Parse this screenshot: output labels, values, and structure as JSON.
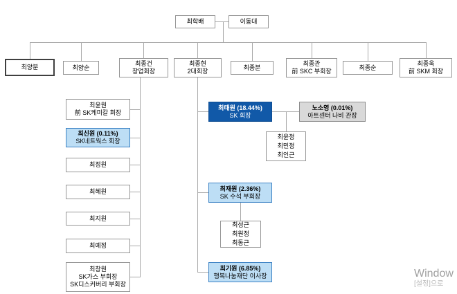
{
  "nodes": {
    "hakbae": {
      "lines": [
        "최학배"
      ]
    },
    "dongdae": {
      "lines": [
        "이동대"
      ]
    },
    "yangbun": {
      "lines": [
        "최양분"
      ]
    },
    "yangsun": {
      "lines": [
        "최양순"
      ]
    },
    "jonggeon": {
      "lines": [
        "최종건",
        "창업회장"
      ]
    },
    "jonghyun": {
      "lines": [
        "최종현",
        "2대회장"
      ]
    },
    "jongbun": {
      "lines": [
        "최종분"
      ]
    },
    "jonggwan": {
      "lines": [
        "최종관",
        "前 SKC 부회장"
      ]
    },
    "jongsun": {
      "lines": [
        "최종순"
      ]
    },
    "jonguk": {
      "lines": [
        "최종욱",
        "前 SKM 회장"
      ]
    },
    "yunwon": {
      "lines": [
        "최윤원",
        "前 SK케미칼 회장"
      ]
    },
    "sinwon": {
      "lines": [
        "최신원 (0.11%)",
        "SK네트웍스 회장"
      ]
    },
    "jungwon": {
      "lines": [
        "최정원"
      ]
    },
    "hyewon": {
      "lines": [
        "최혜원"
      ]
    },
    "jiwon": {
      "lines": [
        "최지원"
      ]
    },
    "yejeong": {
      "lines": [
        "최예정"
      ]
    },
    "changwon": {
      "lines": [
        "최창원",
        "SK가스 부회장",
        "SK디스커버리 부회장"
      ]
    },
    "taewon": {
      "lines": [
        "최태원 (18.44%)",
        "SK 회장"
      ]
    },
    "roh": {
      "lines": [
        "노소영 (0.01%)",
        "아트센터 나비 관장"
      ]
    },
    "taewon_children": {
      "lines": [
        "최윤정",
        "최민정",
        "최인근"
      ]
    },
    "jaewon": {
      "lines": [
        "최재원 (2.36%)",
        "SK 수석 부회장"
      ]
    },
    "jaewon_children": {
      "lines": [
        "최성근",
        "최원정",
        "최동근"
      ]
    },
    "giwon": {
      "lines": [
        "최기원 (6.85%)",
        "행복나눔재단 이사장"
      ]
    }
  },
  "watermark": {
    "line1": "Window",
    "line2": "[설정]으로"
  },
  "colors": {
    "primary_blue": "#1159a8",
    "light_blue": "#bddef5",
    "spouse_gray": "#d9d9d9",
    "line_gray": "#a8a8a8"
  }
}
